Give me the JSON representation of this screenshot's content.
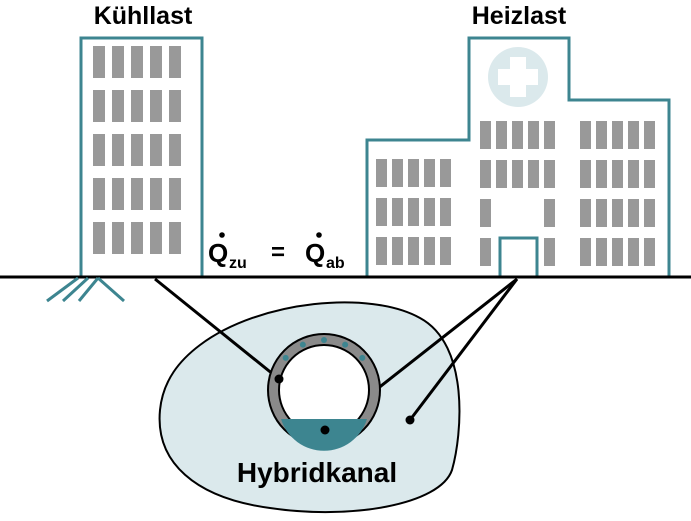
{
  "labels": {
    "cooling_load": "Kühllast",
    "heating_load": "Heizlast",
    "hybrid_channel": "Hybridkanal",
    "q_symbol": "Q",
    "sub_in": "zu",
    "sub_out": "ab",
    "equals": "="
  },
  "colors": {
    "building_outline": "#3d8590",
    "window": "#999999",
    "soil": "#dbe9ec",
    "pipe_ring": "#8a8a8a",
    "water": "#3d8590",
    "cross_bg": "#dbe9ec"
  }
}
